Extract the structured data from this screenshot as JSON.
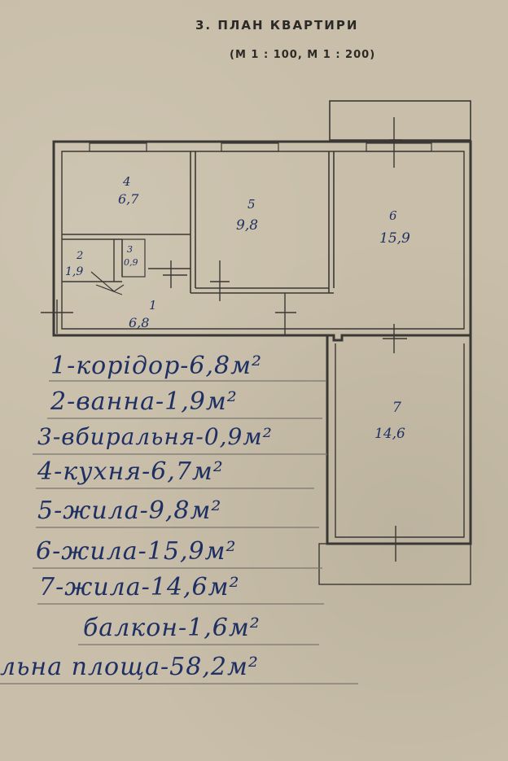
{
  "header": {
    "title": "3. ПЛАН КВАРТИРИ",
    "scale": "(М 1 : 100, М 1 : 200)"
  },
  "rooms": [
    {
      "num": "4",
      "area": "6,7"
    },
    {
      "num": "5",
      "area": "9,8"
    },
    {
      "num": "6",
      "area": "15,9"
    },
    {
      "num": "2",
      "area": "1,9"
    },
    {
      "num": "3",
      "area": "0,9"
    },
    {
      "num": "1",
      "area": "6,8"
    },
    {
      "num": "7",
      "area": "14,6"
    }
  ],
  "legend": [
    "1-корідор-6,8м²",
    "2-ванна-1,9м²",
    "3-вбиральня-0,9м²",
    "4-кухня-6,7м²",
    "5-жила-9,8м²",
    "6-жила-15,9м²",
    "7-жила-14,6м²",
    "балкон-1,6м²",
    "льна площа-58,2м²"
  ]
}
